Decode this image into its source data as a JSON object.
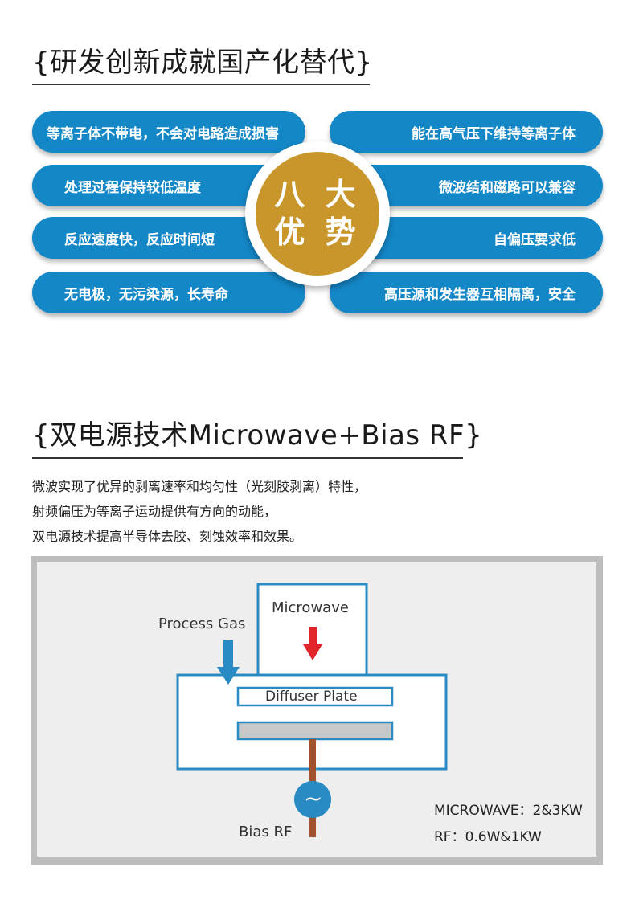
{
  "section1": {
    "title": "{研发创新成就国产化替代}",
    "badge_line1": "八 大",
    "badge_line2": "优 势",
    "left_items": [
      "等离子体不带电，不会对电路造成损害",
      "处理过程保持较低温度",
      "反应速度快，反应时间短",
      "无电极，无污染源，长寿命"
    ],
    "right_items": [
      "能在高气压下维持等离子体",
      "微波结和磁路可以兼容",
      "自偏压要求低",
      "高压源和发生器互相隔离，安全"
    ]
  },
  "section2": {
    "title": "{双电源技术Microwave+Bias RF}",
    "description": [
      "微波实现了优异的剥离速率和均匀性（光刻胶剥离）特性，",
      "射频偏压为等离子运动提供有方向的动能，",
      "双电源技术提高半导体去胶、刻蚀效率和效果。"
    ]
  },
  "diagram": {
    "process_gas_label": "Process Gas",
    "microwave_label": "Microwave",
    "diffuser_plate_label": "Diffuser Plate",
    "bias_rf_label": "Bias RF",
    "ac_symbol": "~",
    "spec_microwave": "MICROWAVE：2&3KW",
    "spec_rf": "RF：0.6W&1KW"
  },
  "colors": {
    "pill_blue": "#1487c7",
    "badge_gold": "#c8962a",
    "diagram_blue": "#2a8bc4",
    "arrow_red": "#e0252b",
    "rod_brown": "#a0522d",
    "plate_gray": "#c8c8c8"
  }
}
